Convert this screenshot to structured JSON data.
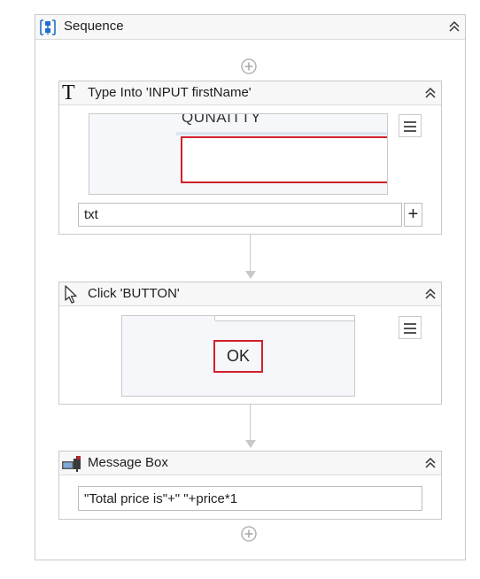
{
  "sequence": {
    "title": "Sequence"
  },
  "activities": [
    {
      "title": "Type Into 'INPUT  firstName'",
      "screenshot_label": "QUNAITTY",
      "input_value": "txt",
      "add_symbol": "+"
    },
    {
      "title": "Click 'BUTTON'",
      "button_text": "OK"
    },
    {
      "title": "Message Box",
      "input_value": "\"Total price is\"+\" \"+price*1"
    }
  ],
  "icons": {
    "sequence": "sequence-icon",
    "type_into": "type-into-icon",
    "click": "cursor-icon",
    "message_box": "message-box-icon",
    "collapse": "chevron-double-up-icon",
    "add": "plus-circle-icon",
    "menu": "hamburger-icon"
  },
  "colors": {
    "accent_blue": "#1f6fd1",
    "highlight_red": "#d0202a",
    "header_bg": "#f7f7f7",
    "border": "#c9c9c9"
  }
}
